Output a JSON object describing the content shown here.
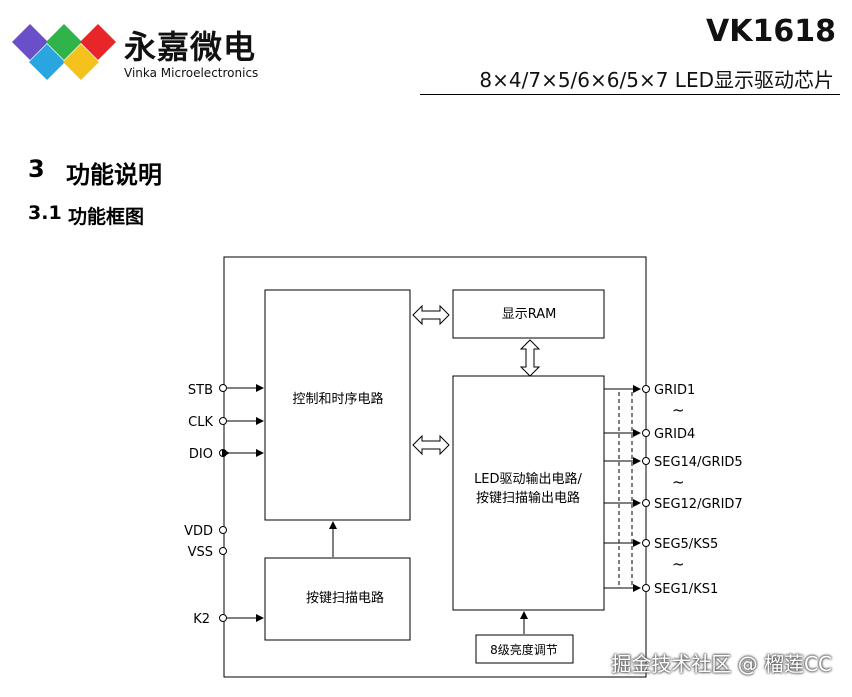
{
  "header": {
    "logo_cn": "永嘉微电",
    "logo_en": "Vinka Microelectronics",
    "product": "VK1618",
    "subtitle": "8×4/7×5/6×6/5×7  LED显示驱动芯片"
  },
  "section": {
    "number": "3",
    "title": "功能说明"
  },
  "subsection": {
    "number": "3.1",
    "title": "功能框图"
  },
  "diagram": {
    "blocks": {
      "control": "控制和时序电路",
      "ram": "显示RAM",
      "driver_line1": "LED驱动输出电路/",
      "driver_line2": "按键扫描输出电路",
      "keyscan": "按键扫描电路",
      "dimming": "8级亮度调节"
    },
    "left_pins": {
      "stb": "STB",
      "clk": "CLK",
      "dio": "DIO",
      "vdd": "VDD",
      "vss": "VSS",
      "k2": "K2"
    },
    "right_pins": {
      "grid1": "GRID1",
      "grid4": "GRID4",
      "seg14": "SEG14/GRID5",
      "seg12": "SEG12/GRID7",
      "seg5": "SEG5/KS5",
      "seg1": "SEG1/KS1"
    },
    "tilde": "~"
  },
  "colors": {
    "logo_diamonds": [
      "#6a4fc8",
      "#2fb34a",
      "#e8262a",
      "#29a6e0",
      "#f4c21d"
    ]
  },
  "watermark": "掘金技术社区 @ 榴莲CC"
}
